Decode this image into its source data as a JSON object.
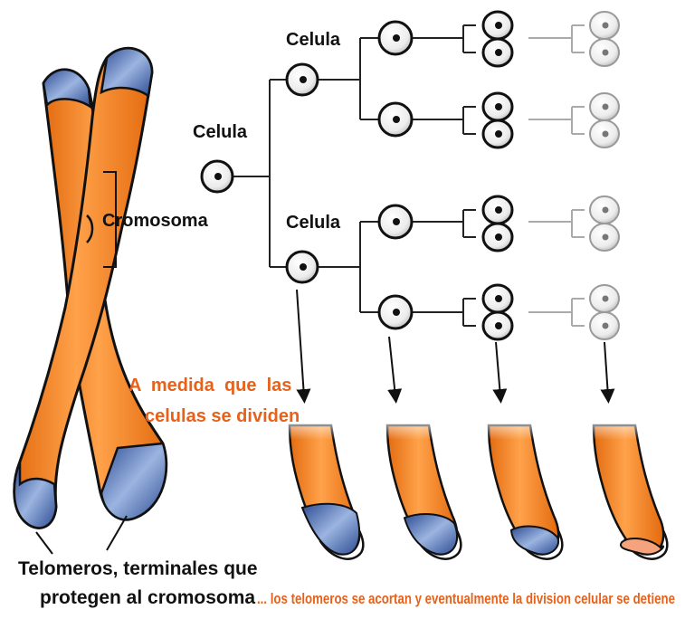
{
  "labels": {
    "cell_root": "Celula",
    "cell_top": "Celula",
    "cell_bottom": "Celula",
    "chromosome": "Cromosoma",
    "divide_line1": "A  medida  que  las",
    "divide_line2": "celulas se dividen",
    "telomere_line1": "Telomeros, terminales que",
    "telomere_line2": "protegen al cromosoma",
    "conclusion": "... los telomeros se acortan y eventualmente la division celular se detiene"
  },
  "colors": {
    "chromosome_orange": "#f07d1c",
    "telomere_blue": "#3d5fa5",
    "text_orange": "#e8611a",
    "ink": "#111111",
    "faded_pink": "#f4a37c"
  },
  "sequence": {
    "generations": 4,
    "telomere_remaining_fraction": [
      1.0,
      0.75,
      0.45,
      0.15
    ]
  }
}
